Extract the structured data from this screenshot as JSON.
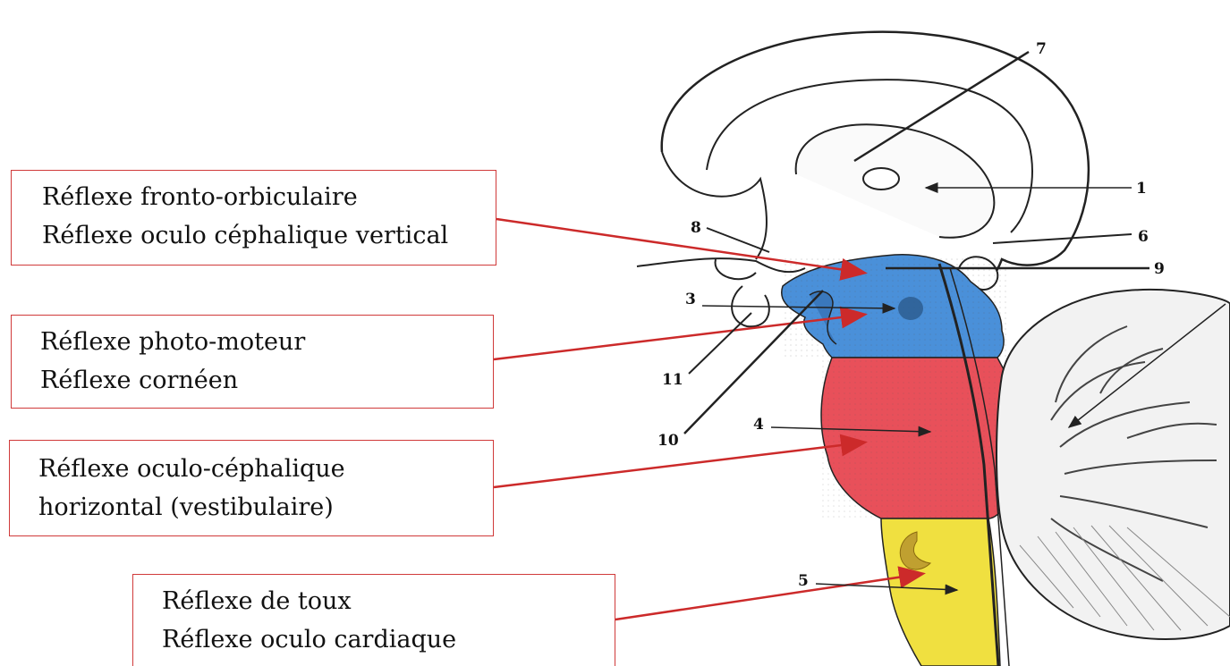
{
  "boxes": [
    {
      "lines": [
        "Réflexe fronto-orbiculaire",
        "Réflexe oculo céphalique vertical"
      ]
    },
    {
      "lines": [
        "Réflexe photo-moteur",
        "Réflexe cornéen"
      ]
    },
    {
      "lines": [
        "Réflexe oculo-céphalique",
        "horizontal (vestibulaire)"
      ]
    },
    {
      "lines": [
        "Réflexe de toux",
        "Réflexe oculo cardiaque"
      ]
    }
  ],
  "labels": [
    "7",
    "1",
    "6",
    "9",
    "8",
    "3",
    "11",
    "10",
    "4",
    "5"
  ],
  "colors": {
    "box_border": "#d03a3a",
    "arrow": "#cc2a2a",
    "region_blue": "#4a90d9",
    "region_red": "#e8505a",
    "region_yellow": "#f0e040",
    "outline": "#222222"
  }
}
